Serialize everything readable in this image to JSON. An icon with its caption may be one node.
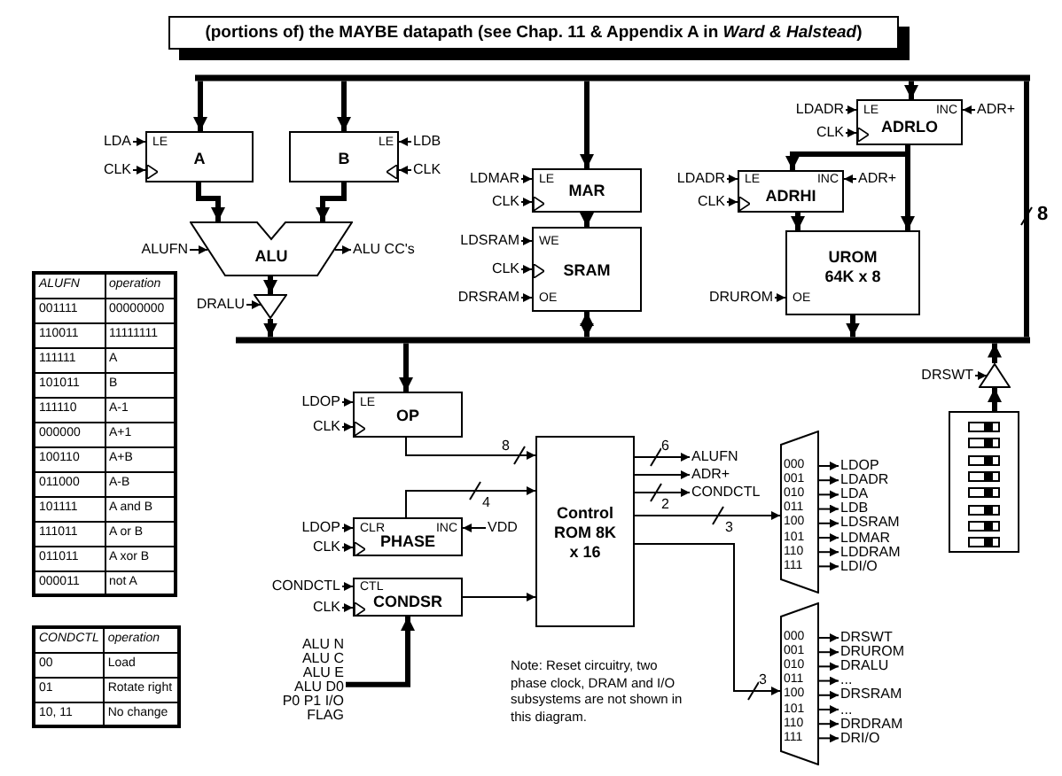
{
  "diagram": {
    "title": "(portions of) the MAYBE datapath (see Chap. 11 & Appendix A in *Ward & Halstead*)",
    "nodes": [
      {
        "text": [],
        "shape": "bar"
      },
      {
        "text": [
          "LE",
          "A"
        ]
      },
      {
        "text": [
          "LE",
          "B"
        ]
      },
      {
        "text": [
          "ALU"
        ]
      },
      {
        "text": [],
        "shape": "triangle"
      },
      {
        "text": [
          "LE",
          "MAR"
        ]
      },
      {
        "text": [
          "WE",
          "SRAM",
          "OE"
        ]
      },
      {
        "text": [
          "LE",
          "INC",
          "ADRLO"
        ]
      },
      {
        "text": [
          "LE",
          "INC",
          "ADRHI"
        ]
      },
      {
        "text": [
          "UROM 64K x 8",
          "OE"
        ]
      },
      {
        "text": [],
        "shape": "triangle"
      },
      {
        "text": [],
        "shape": "box"
      },
      {
        "text": [
          "LE",
          "OP"
        ]
      },
      {
        "text": [
          "CLR",
          "INC",
          "PHASE"
        ]
      },
      {
        "text": [
          "CTL",
          "CONDSR"
        ]
      },
      {
        "text": [
          "Control ROM 8K x 16"
        ]
      },
      {
        "text": [
          "000",
          "001",
          "010",
          "011",
          "100",
          "101",
          "110",
          "111"
        ]
      },
      {
        "text": [
          "000",
          "001",
          "010",
          "011",
          "100",
          "101",
          "110",
          "111"
        ]
      },
      {
        "text": [
          "LDA"
        ]
      },
      {
        "text": [
          "CLK"
        ]
      },
      {
        "text": [
          "LDB"
        ]
      },
      {
        "text": [
          "CLK"
        ]
      },
      {
        "text": [
          "ALUFN"
        ]
      },
      {
        "text": [
          "ALU CC's"
        ]
      },
      {
        "text": [
          "DRALU"
        ]
      },
      {
        "text": [
          "LDMAR"
        ]
      },
      {
        "text": [
          "CLK"
        ]
      },
      {
        "text": [
          "LDSRAM"
        ]
      },
      {
        "text": [
          "CLK"
        ]
      },
      {
        "text": [
          "DRSRAM"
        ]
      },
      {
        "text": [
          "LDADR"
        ]
      },
      {
        "text": [
          "CLK"
        ]
      },
      {
        "text": [
          "ADR+"
        ]
      },
      {
        "text": [
          "LDADR"
        ]
      },
      {
        "text": [
          "CLK"
        ]
      },
      {
        "text": [
          "ADR+"
        ]
      },
      {
        "text": [
          "DRUROM"
        ]
      },
      {
        "text": [
          "DRSWT"
        ]
      },
      {
        "text": [
          "LDOP"
        ]
      },
      {
        "text": [
          "CLK"
        ]
      },
      {
        "text": [
          "LDOP"
        ]
      },
      {
        "text": [
          "CLK"
        ]
      },
      {
        "text": [
          "VDD"
        ]
      },
      {
        "text": [
          "CONDCTL"
        ]
      },
      {
        "text": [
          "CLK"
        ]
      },
      {
        "text": [
          "ALU N ALU C ALU E ALU D0 P0 P1 I/O FLAG"
        ]
      },
      {
        "text": [
          "ALUFN"
        ]
      },
      {
        "text": [
          "ADR+"
        ]
      },
      {
        "text": [
          "CONDCTL"
        ]
      },
      {
        "text": [
          "LDOP"
        ]
      },
      {
        "text": [
          "LDADR"
        ]
      },
      {
        "text": [
          "LDA"
        ]
      },
      {
        "text": [
          "LDB"
        ]
      },
      {
        "text": [
          "LDSRAM"
        ]
      },
      {
        "text": [
          "LDMAR"
        ]
      },
      {
        "text": [
          "LDDRAM"
        ]
      },
      {
        "text": [
          "LDI/O"
        ]
      },
      {
        "text": [
          "DRSWT"
        ]
      },
      {
        "text": [
          "DRUROM"
        ]
      },
      {
        "text": [
          "DRALU"
        ]
      },
      {
        "text": [
          "..."
        ]
      },
      {
        "text": [
          "DRSRAM"
        ]
      },
      {
        "text": [
          "..."
        ]
      },
      {
        "text": [
          "DRDRAM"
        ]
      },
      {
        "text": [
          "DRI/O"
        ]
      },
      {
        "text": [],
        "shape": "bar"
      }
    ],
    "edges": [
      {
        "from": 0,
        "to": 1,
        "arrow": "to",
        "style": "thick"
      },
      {
        "from": 0,
        "to": 2,
        "arrow": "to",
        "style": "thick"
      },
      {
        "from": 1,
        "to": 3,
        "arrow": "to",
        "style": "thick"
      },
      {
        "from": 2,
        "to": 3,
        "arrow": "to",
        "style": "thick"
      },
      {
        "from": 3,
        "to": 4,
        "arrow": "to",
        "style": "thick"
      },
      {
        "from": 4,
        "to": 65,
        "arrow": "to",
        "style": "thick"
      },
      {
        "from": 0,
        "to": 5,
        "arrow": "to",
        "style": "thick"
      },
      {
        "from": 5,
        "to": 6,
        "arrow": "to",
        "style": "thick"
      },
      {
        "from": 6,
        "to": 65,
        "arrow": "both",
        "style": "thick"
      },
      {
        "from": 0,
        "to": 7,
        "arrow": "to",
        "style": "thick"
      },
      {
        "from": 7,
        "to": 8,
        "arrow": "to",
        "style": "thick"
      },
      {
        "from": 7,
        "to": 9,
        "arrow": "to",
        "style": "thick"
      },
      {
        "from": 8,
        "to": 9,
        "arrow": "to",
        "style": "thick"
      },
      {
        "from": 9,
        "to": 65,
        "arrow": "to",
        "style": "thick"
      },
      {
        "from": 10,
        "to": 65,
        "arrow": "to",
        "style": "thick"
      },
      {
        "from": 11,
        "to": 10,
        "arrow": "to",
        "style": "thick"
      },
      {
        "from": 65,
        "to": 12,
        "arrow": "to",
        "style": "thick"
      },
      {
        "from": 12,
        "to": 15,
        "arrow": "to",
        "label": "8"
      },
      {
        "from": 13,
        "to": 15,
        "arrow": "to",
        "label": "4"
      },
      {
        "from": 14,
        "to": 15,
        "arrow": "to"
      },
      {
        "from": 45,
        "to": 14,
        "arrow": "to",
        "style": "thick"
      },
      {
        "from": 15,
        "to": 46,
        "arrow": "to",
        "label": "6"
      },
      {
        "from": 15,
        "to": 47,
        "arrow": "to"
      },
      {
        "from": 15,
        "to": 48,
        "arrow": "to",
        "label": "2"
      },
      {
        "from": 15,
        "to": 16,
        "arrow": "to",
        "label": "3"
      },
      {
        "from": 15,
        "to": 17,
        "arrow": "to",
        "label": "3"
      },
      {
        "from": 16,
        "to": 49,
        "arrow": "to"
      },
      {
        "from": 16,
        "to": 50,
        "arrow": "to"
      },
      {
        "from": 16,
        "to": 51,
        "arrow": "to"
      },
      {
        "from": 16,
        "to": 52,
        "arrow": "to"
      },
      {
        "from": 16,
        "to": 53,
        "arrow": "to"
      },
      {
        "from": 16,
        "to": 54,
        "arrow": "to"
      },
      {
        "from": 16,
        "to": 55,
        "arrow": "to"
      },
      {
        "from": 16,
        "to": 56,
        "arrow": "to"
      },
      {
        "from": 17,
        "to": 57,
        "arrow": "to"
      },
      {
        "from": 17,
        "to": 58,
        "arrow": "to"
      },
      {
        "from": 17,
        "to": 59,
        "arrow": "to"
      },
      {
        "from": 17,
        "to": 60,
        "arrow": "to"
      },
      {
        "from": 17,
        "to": 61,
        "arrow": "to"
      },
      {
        "from": 17,
        "to": 62,
        "arrow": "to"
      },
      {
        "from": 17,
        "to": 63,
        "arrow": "to"
      },
      {
        "from": 17,
        "to": 64,
        "arrow": "to"
      },
      {
        "from": 18,
        "to": 1,
        "arrow": "to"
      },
      {
        "from": 19,
        "to": 1,
        "arrow": "to"
      },
      {
        "from": 20,
        "to": 2,
        "arrow": "to"
      },
      {
        "from": 21,
        "to": 2,
        "arrow": "to"
      },
      {
        "from": 22,
        "to": 3,
        "arrow": "to"
      },
      {
        "from": 3,
        "to": 23,
        "arrow": "to"
      },
      {
        "from": 24,
        "to": 4,
        "arrow": "to"
      },
      {
        "from": 25,
        "to": 5,
        "arrow": "to"
      },
      {
        "from": 26,
        "to": 5,
        "arrow": "to"
      },
      {
        "from": 27,
        "to": 6,
        "arrow": "to"
      },
      {
        "from": 28,
        "to": 6,
        "arrow": "to"
      },
      {
        "from": 29,
        "to": 6,
        "arrow": "to"
      },
      {
        "from": 30,
        "to": 7,
        "arrow": "to"
      },
      {
        "from": 31,
        "to": 7,
        "arrow": "to"
      },
      {
        "from": 32,
        "to": 7,
        "arrow": "to"
      },
      {
        "from": 33,
        "to": 8,
        "arrow": "to"
      },
      {
        "from": 34,
        "to": 8,
        "arrow": "to"
      },
      {
        "from": 35,
        "to": 8,
        "arrow": "to"
      },
      {
        "from": 36,
        "to": 9,
        "arrow": "to"
      },
      {
        "from": 37,
        "to": 10,
        "arrow": "to"
      },
      {
        "from": 38,
        "to": 12,
        "arrow": "to"
      },
      {
        "from": 39,
        "to": 12,
        "arrow": "to"
      },
      {
        "from": 40,
        "to": 13,
        "arrow": "to"
      },
      {
        "from": 41,
        "to": 13,
        "arrow": "to"
      },
      {
        "from": 42,
        "to": 13,
        "arrow": "to"
      },
      {
        "from": 43,
        "to": 14,
        "arrow": "to"
      },
      {
        "from": 44,
        "to": 14,
        "arrow": "to"
      },
      {
        "from": 0,
        "to": 65,
        "arrow": "none",
        "style": "thick",
        "label": "8"
      }
    ],
    "labels": [
      "ALUFN",
      "operation",
      "001111",
      "00000000",
      "110011",
      "11111111",
      "111111",
      "A",
      "101011",
      "B",
      "111110",
      "A-1",
      "000000",
      "A+1",
      "100110",
      "A+B",
      "011000",
      "A-B",
      "101111",
      "A and B",
      "111011",
      "A or B",
      "011011",
      "A xor B",
      "000011",
      "not A",
      "CONDCTL",
      "operation",
      "00",
      "Load",
      "01",
      "Rotate right",
      "10, 11",
      "No change",
      "Note: Reset circuitry, two phase clock, DRAM and I/O subsystems are not shown in this diagram."
    ]
  }
}
